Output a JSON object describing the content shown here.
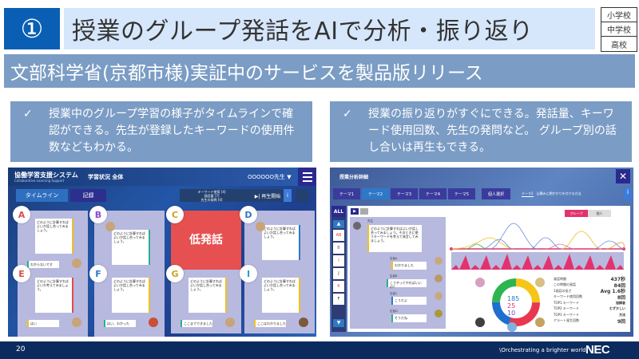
{
  "header": {
    "number": "①",
    "title": "授業のグループ発話をAIで分析・振り返り",
    "school_levels": [
      "小学校",
      "中学校",
      "高校"
    ]
  },
  "subtitle": "文部科学省(京都市様)実証中のサービスを製品版リリース",
  "bullets": [
    {
      "check": "✓",
      "text": "授業中のグループ学習の様子がタイムラインで確認ができる。先生が登録したキーワードの使用件数などもわかる。"
    },
    {
      "check": "✓",
      "text": "授業の振り返りがすぐにできる。発話量、キーワード使用回数、先生の発問など。 グループ別の話し合いは再生もできる。"
    }
  ],
  "left_screen": {
    "app_title": "協働学習支援システム",
    "app_subtitle": "Collaborative Learning Support",
    "status_label": "学習状況 全体",
    "user_label": "OOOOOO先生 ▼",
    "tabs": {
      "timeline": "タイムライン",
      "record": "記録"
    },
    "stats_lines": [
      "キーワード使用 [4]",
      "発話量 [7]",
      "先生の発問 [0]"
    ],
    "play_label": "▶| 再生開始",
    "info": "i",
    "groups": [
      {
        "id": "A",
        "color": "#e04a4a",
        "bubble": "どのように計算すればよいか話し合ってみましょう。",
        "reply": "わからないです"
      },
      {
        "id": "B",
        "color": "#8a4bc8",
        "bubble": "どのように計算すればよいか話し合ってみましょう。",
        "reply": ""
      },
      {
        "id": "C",
        "color": "#d0a020",
        "bubble": "",
        "reply": "",
        "alert": "低発話"
      },
      {
        "id": "D",
        "color": "#2e78c8",
        "bubble": "どのように計算すればよいか話し合ってみましょう。",
        "reply": ""
      },
      {
        "id": "E",
        "color": "#e04a4a",
        "bubble": "どのように計算すればよいか考えてみましょう。",
        "reply": "はい"
      },
      {
        "id": "F",
        "color": "#2e78c8",
        "bubble": "どのように計算すればよいか話し合ってみましょう。",
        "reply": "はい、わかった"
      },
      {
        "id": "G",
        "color": "#d0a020",
        "bubble": "どのように計算すればよいか話し合ってみましょう。",
        "reply": "ここまでできました"
      },
      {
        "id": "I",
        "color": "#2e78c8",
        "bubble": "どのように計算すればよいか話し合ってみましょう。",
        "reply": "ここはわかりました"
      }
    ]
  },
  "right_screen": {
    "title": "授業分析詳細",
    "close": "✕",
    "tabs": [
      "テーマ1",
      "テーマ2",
      "テーマ3",
      "テーマ4",
      "テーマ5"
    ],
    "active_tab": 1,
    "personal_select": "個人選択",
    "theme_label": "テーマ2",
    "theme_text": "山積みに網かかりを付ける方法",
    "info": "i",
    "all_label": "ALL",
    "side_items": [
      "AB",
      "B",
      "I",
      "J",
      "K",
      "F"
    ],
    "play_label": "▶",
    "toggle": {
      "group": "グループ",
      "individual": "個人"
    },
    "chat": [
      {
        "meta": "先生",
        "text": "どのように計算すればよいか話し合ってみましょう。そのときに使うキーワードを考えて発言してみましょう。"
      },
      {
        "meta": "生徒A",
        "text": "わかりました"
      },
      {
        "meta": "生徒B",
        "text": "こうやってやればいいの?"
      },
      {
        "meta": "生徒C",
        "text": "こうだよ"
      },
      {
        "meta": "生徒D",
        "text": "そうだね"
      }
    ],
    "donut": {
      "values": [
        185,
        25,
        10
      ],
      "segments": [
        {
          "color": "#f5c518",
          "pct": 25
        },
        {
          "color": "#e8384f",
          "pct": 30
        },
        {
          "color": "#1f6fd0",
          "pct": 20
        },
        {
          "color": "#2eb450",
          "pct": 25
        }
      ]
    },
    "stats": [
      {
        "label": "発話時間",
        "value": "437秒"
      },
      {
        "label": "この時間の発話",
        "value": "84回"
      },
      {
        "label": "1発話の長さ",
        "value": "Avg 1.6秒"
      },
      {
        "label": "キーワード使用回数",
        "value": "8回"
      },
      {
        "label": "TOP1 キーワード",
        "value": "協調者"
      },
      {
        "label": "TOP2 キーワード",
        "value": "むずかしい"
      },
      {
        "label": "TOP3 キーワード",
        "value": "方法"
      },
      {
        "label": "アラート発生回数",
        "value": "9回"
      }
    ]
  },
  "footer": {
    "page": "20",
    "tagline": "\\Orchestrating a brighter world",
    "logo": "NEC"
  }
}
